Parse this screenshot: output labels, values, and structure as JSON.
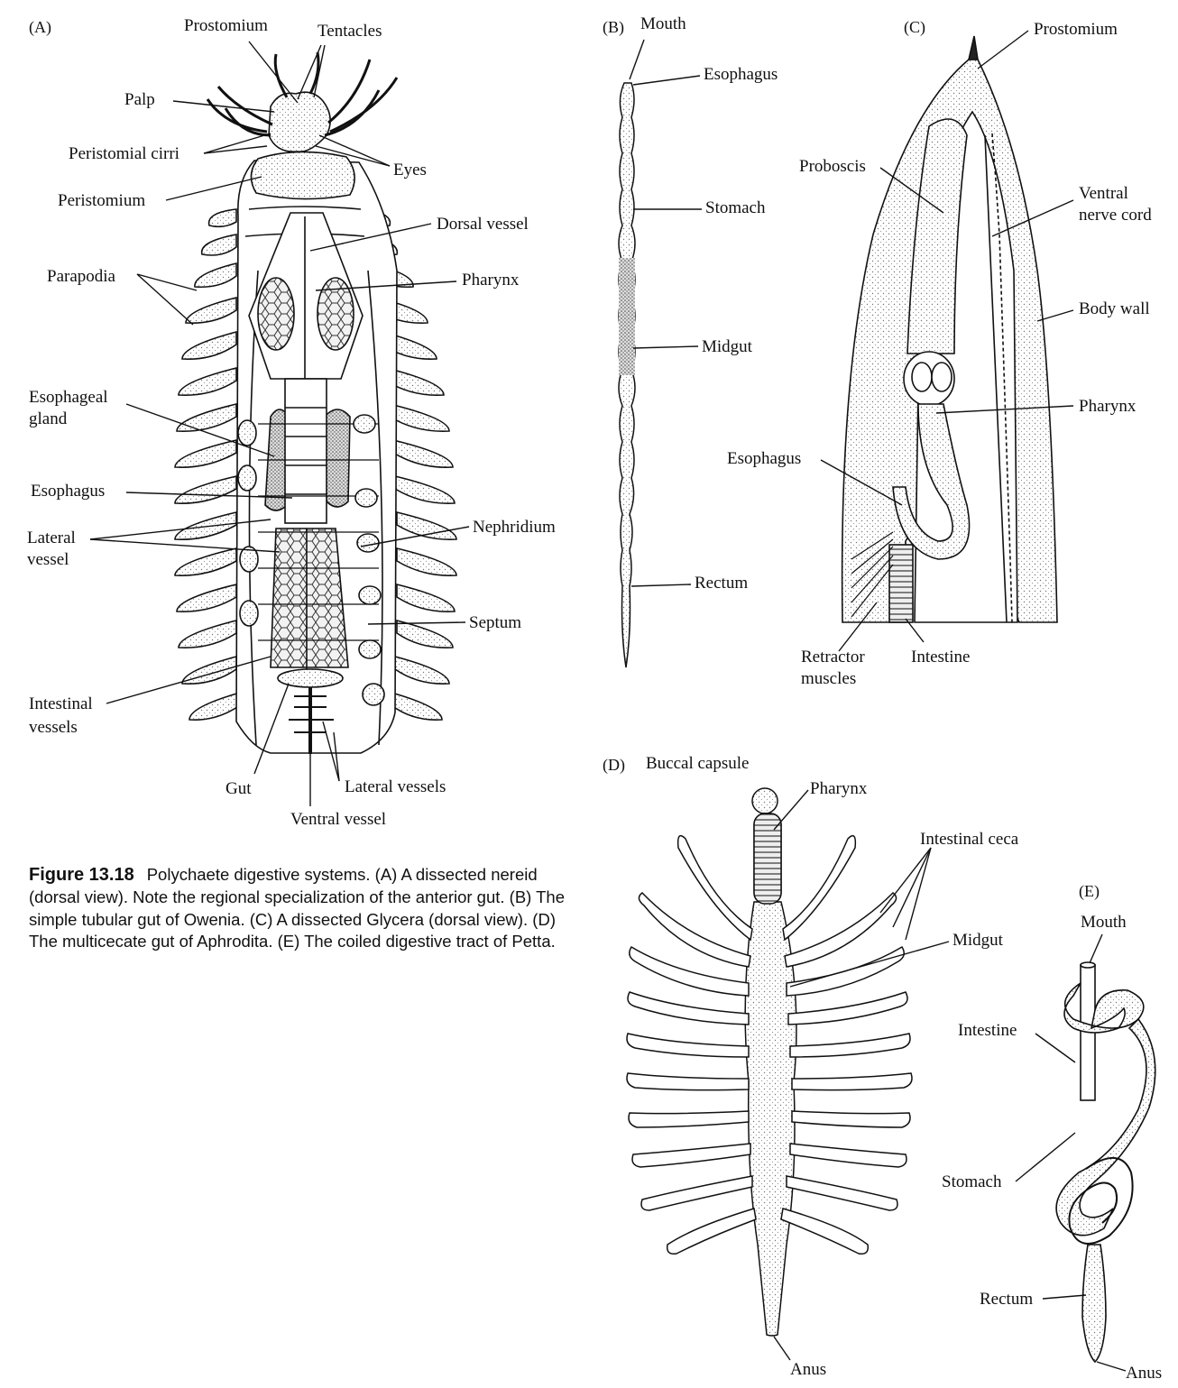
{
  "panels": {
    "a": "(A)",
    "b": "(B)",
    "c": "(C)",
    "d": "(D)",
    "e": "(E)"
  },
  "labels_a": {
    "prostomium": "Prostomium",
    "tentacles": "Tentacles",
    "palp": "Palp",
    "peristomial_cirri": "Peristomial cirri",
    "eyes": "Eyes",
    "peristomium": "Peristomium",
    "dorsal_vessel": "Dorsal vessel",
    "parapodia": "Parapodia",
    "pharynx": "Pharynx",
    "esophageal_gland_1": "Esophageal",
    "esophageal_gland_2": "gland",
    "esophagus": "Esophagus",
    "lateral_vessel_1": "Lateral",
    "lateral_vessel_2": "vessel",
    "nephridium": "Nephridium",
    "septum": "Septum",
    "intestinal_vessels_1": "Intestinal",
    "intestinal_vessels_2": "vessels",
    "gut": "Gut",
    "lateral_vessels": "Lateral vessels",
    "ventral_vessel": "Ventral vessel"
  },
  "labels_b": {
    "mouth": "Mouth",
    "esophagus": "Esophagus",
    "stomach": "Stomach",
    "midgut": "Midgut",
    "rectum": "Rectum"
  },
  "labels_c": {
    "prostomium": "Prostomium",
    "proboscis": "Proboscis",
    "ventral_nerve_cord_1": "Ventral",
    "ventral_nerve_cord_2": "nerve cord",
    "body_wall": "Body wall",
    "pharynx": "Pharynx",
    "esophagus": "Esophagus",
    "retractor_muscles_1": "Retractor",
    "retractor_muscles_2": "muscles",
    "intestine": "Intestine"
  },
  "labels_d": {
    "buccal_capsule": "Buccal capsule",
    "pharynx": "Pharynx",
    "intestinal_ceca": "Intestinal ceca",
    "midgut": "Midgut",
    "anus": "Anus"
  },
  "labels_e": {
    "mouth": "Mouth",
    "intestine": "Intestine",
    "stomach": "Stomach",
    "rectum": "Rectum",
    "anus": "Anus"
  },
  "caption": {
    "figure_number": "Figure 13.18",
    "text": "Polychaete digestive systems. (A) A dissected nereid (dorsal view). Note the regional specialization of the anterior gut. (B) The simple tubular gut of Owenia. (C) A dissected Glycera (dorsal view). (D) The multicecate gut of Aphrodita. (E) The coiled digestive tract of Petta."
  }
}
